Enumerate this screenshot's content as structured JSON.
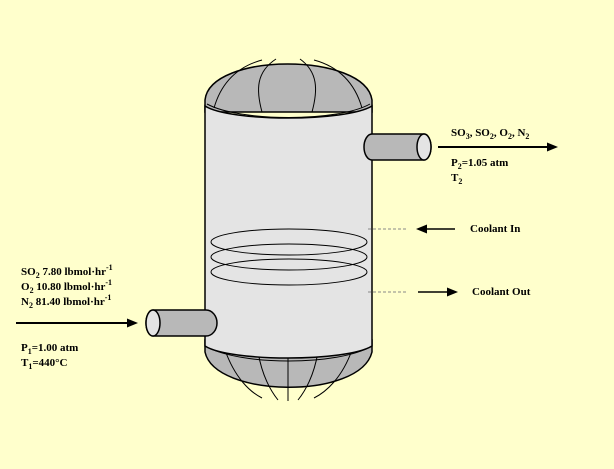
{
  "colors": {
    "background": "#FFFFCC",
    "vessel_body": "#E4E4E4",
    "vessel_dome": "#B8B8B8",
    "outline": "#000000"
  },
  "outlet": {
    "species": [
      {
        "symbol": "SO",
        "sub": "3"
      },
      {
        "symbol": "SO",
        "sub": "2"
      },
      {
        "symbol": "O",
        "sub": "2"
      },
      {
        "symbol": "N",
        "sub": "2"
      }
    ],
    "separator": ", ",
    "pressure": {
      "symbol": "P",
      "sub": "2",
      "value": "=1.05 atm"
    },
    "temperature": {
      "symbol": "T",
      "sub": "2",
      "value": ""
    }
  },
  "inlet": {
    "species": [
      {
        "symbol": "SO",
        "sub": "2",
        "flow": " 7.80 lbmol·hr",
        "exp": "-1"
      },
      {
        "symbol": "O",
        "sub": "2",
        "flow": " 10.80 lbmol·hr",
        "exp": "-1"
      },
      {
        "symbol": "N",
        "sub": "2",
        "flow": " 81.40 lbmol·hr",
        "exp": "-1"
      }
    ],
    "pressure": {
      "symbol": "P",
      "sub": "1",
      "value": "=1.00 atm"
    },
    "temperature": {
      "symbol": "T",
      "sub": "1",
      "value": "=440°C"
    }
  },
  "coolant": {
    "in_label": "Coolant In",
    "out_label": "Coolant Out"
  }
}
